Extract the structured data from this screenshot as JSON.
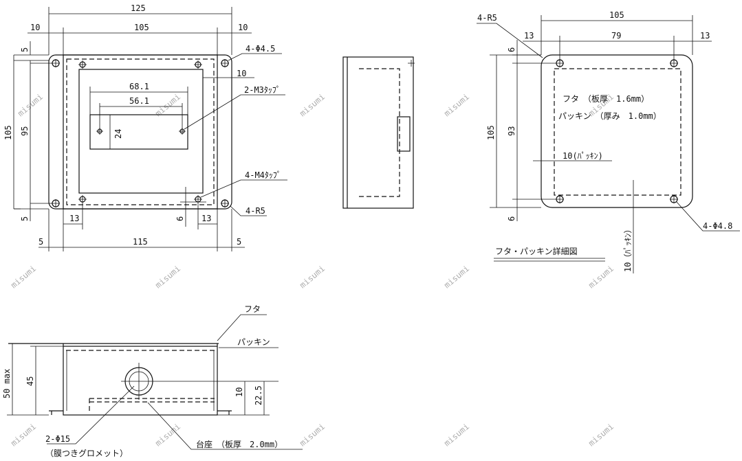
{
  "watermark": "misumi",
  "front_view": {
    "dim_125": "125",
    "dim_10_left": "10",
    "dim_105_top": "105",
    "dim_10_right": "10",
    "dim_5_top": "5",
    "dim_4_phi45": "4-Φ4.5",
    "dim_10_side": "10",
    "dim_68_1": "68.1",
    "dim_56_1": "56.1",
    "dim_2_m3": "2-M3ﾀｯﾌﾟ",
    "dim_24": "24",
    "dim_105_left": "105",
    "dim_95": "95",
    "dim_4_m4": "4-M4ﾀｯﾌﾟ",
    "dim_5_bottom": "5",
    "dim_13_left": "13",
    "dim_6": "6",
    "dim_13_right": "13",
    "dim_4_r5": "4-R5",
    "dim_5_left_bottom": "5",
    "dim_115": "115",
    "dim_5_right_bottom": "5"
  },
  "lid_detail": {
    "dim_4_r5": "4-R5",
    "dim_105": "105",
    "dim_13_left": "13",
    "dim_79": "79",
    "dim_13_right": "13",
    "dim_6_top": "6",
    "dim_105_left": "105",
    "dim_93": "93",
    "dim_6_bottom": "6",
    "note_lid": "フタ　（板厚　1.6mm）",
    "note_packing": "パッキン　（厚み　1.0mm）",
    "dim_10_packing": "10(ﾊﾟｯｷﾝ)",
    "dim_10_packing_v": "10（ﾊﾟｯｷﾝ）",
    "dim_4_phi48": "4-Φ4.8",
    "title": "フタ・パッキン詳細図"
  },
  "side_view": {
    "label_lid": "フタ",
    "label_packing": "パッキン",
    "dim_50max": "50 max",
    "dim_45": "45",
    "dim_10": "10",
    "dim_22_5": "22.5",
    "dim_2_phi15": "2-Φ15",
    "note_grommet": "（膜つきグロメット）",
    "note_base": "台座　（板厚　2.0mm）"
  }
}
